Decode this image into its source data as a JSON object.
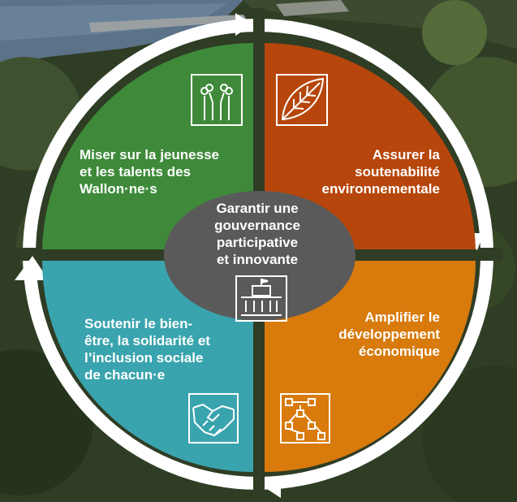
{
  "center": {
    "lines": [
      "Garantir une",
      "gouvernance",
      "participative",
      "et innovante"
    ]
  },
  "quadrants": {
    "top_left": {
      "lines": [
        "Miser sur la jeunesse",
        "et les talents des",
        "Wallon·ne·s"
      ],
      "color": "#3e8a3a",
      "icon": "circuit-icon"
    },
    "top_right": {
      "lines": [
        "Assurer la",
        "soutenabilité",
        "environnementale"
      ],
      "color": "#b6460b",
      "icon": "leaf-icon"
    },
    "bottom_right": {
      "lines": [
        "Amplifier le",
        "développement",
        "économique"
      ],
      "color": "#d87a0c",
      "icon": "network-icon"
    },
    "bottom_left": {
      "lines": [
        "Soutenir le bien-",
        "être, la solidarité et",
        "l’inclusion sociale",
        "de chacun·e"
      ],
      "color": "#3aa4ae",
      "icon": "handshake-icon"
    }
  },
  "center_color": "#5a5a5a",
  "center_icon": "building-icon",
  "ring_color": "#ffffff"
}
